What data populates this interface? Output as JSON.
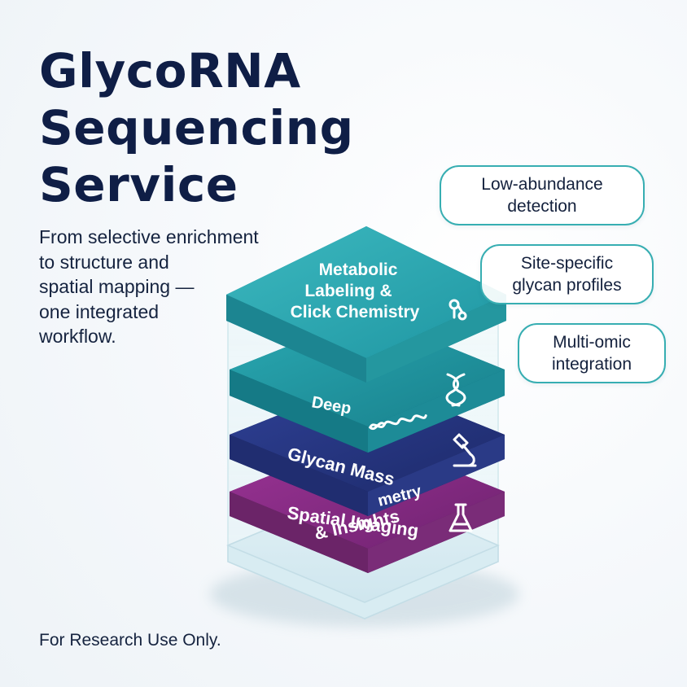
{
  "title": {
    "lines": [
      "GlycoRNA",
      "Sequencing",
      "Service"
    ]
  },
  "subtitle": {
    "lines": [
      "From selective enrichment",
      "to structure and",
      "spatial mapping —",
      "one integrated",
      "workflow."
    ]
  },
  "features": [
    {
      "lines": [
        "Low-abundance",
        "detection"
      ]
    },
    {
      "lines": [
        "Site-specific",
        "glycan profiles"
      ]
    },
    {
      "lines": [
        "Multi-omic",
        "integration"
      ]
    }
  ],
  "layers": [
    {
      "lines": [
        "Metabolic",
        "Labeling &",
        "Click Chemistry"
      ],
      "icon": "molecule-icon",
      "color": "#2aa3ad"
    },
    {
      "lines": [
        "Deep"
      ],
      "icon": "rna-helix-icon",
      "color": "#1f9ba6"
    },
    {
      "lines": [
        "Glycan Mass",
        "metry"
      ],
      "icon": "microscope-icon",
      "color": "#26377f"
    },
    {
      "lines": [
        "Spatial Imaging",
        "& Insights"
      ],
      "icon": "flask-icon",
      "color": "#8a2a86"
    }
  ],
  "footer": {
    "note": "For Research Use Only."
  },
  "colors": {
    "title": "#0f1e46",
    "accent_teal": "#2aa3ad",
    "navy": "#26377f",
    "purple": "#8a2a86",
    "pill_border": "#37aeb2"
  }
}
